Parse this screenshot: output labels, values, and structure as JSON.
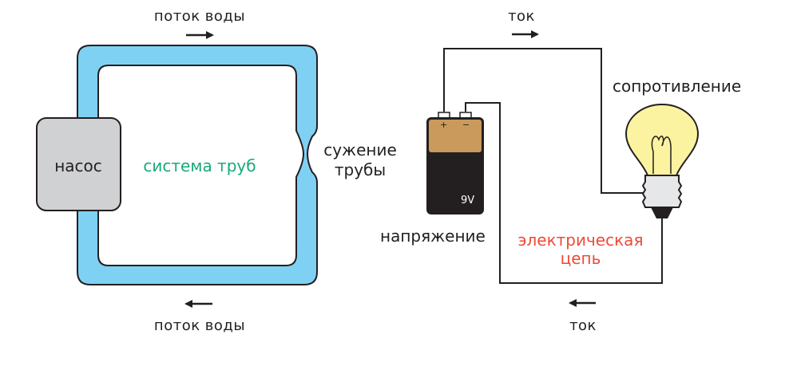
{
  "water": {
    "flow_top": "поток воды",
    "flow_bottom": "поток воды",
    "pump": "насос",
    "pipe_system": "система труб",
    "narrowing_line1": "сужение",
    "narrowing_line2": "трубы"
  },
  "electric": {
    "current_top": "ток",
    "current_bottom": "ток",
    "resistance": "сопротивление",
    "voltage": "напряжение",
    "circuit_line1": "электрическая",
    "circuit_line2": "цепь",
    "battery_plus": "+",
    "battery_minus": "−",
    "battery_voltage": "9V"
  },
  "colors": {
    "pipe_fill": "#7fd1f4",
    "pipe_outline": "#231f20",
    "pump_fill": "#d0d1d2",
    "pipe_system_text": "#1aa978",
    "circuit_text": "#ef4a38",
    "battery_top": "#c99a5c",
    "battery_body": "#231f20",
    "bulb_glass": "#fbf39f",
    "bulb_base": "#e6e7e8",
    "wire": "#231f20"
  }
}
